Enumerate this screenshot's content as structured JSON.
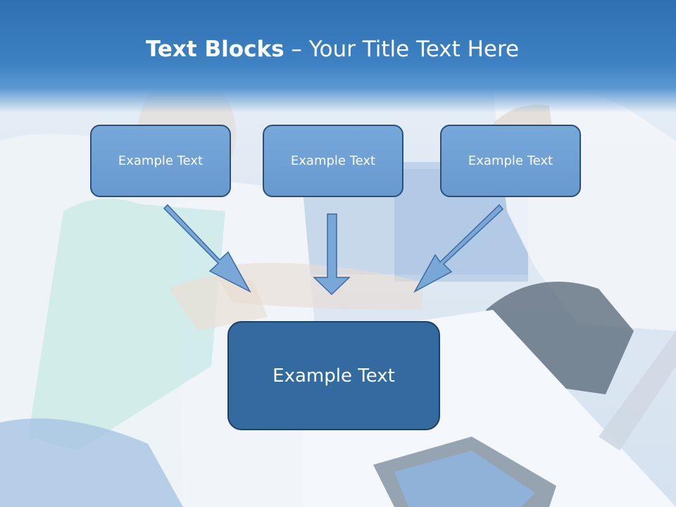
{
  "title": {
    "bold_part": "Text Blocks",
    "separator": " – ",
    "regular_part": "Your Title Text Here"
  },
  "blocks": [
    {
      "label": "Example Text"
    },
    {
      "label": "Example Text"
    },
    {
      "label": "Example Text"
    }
  ],
  "center_block": {
    "label": "Example Text"
  },
  "colors": {
    "header": "#3d81c3",
    "small_box": "#6f9fd3",
    "big_box": "#336a9f",
    "arrow_fill": "#79a7d8",
    "border": "#2b4f78"
  }
}
